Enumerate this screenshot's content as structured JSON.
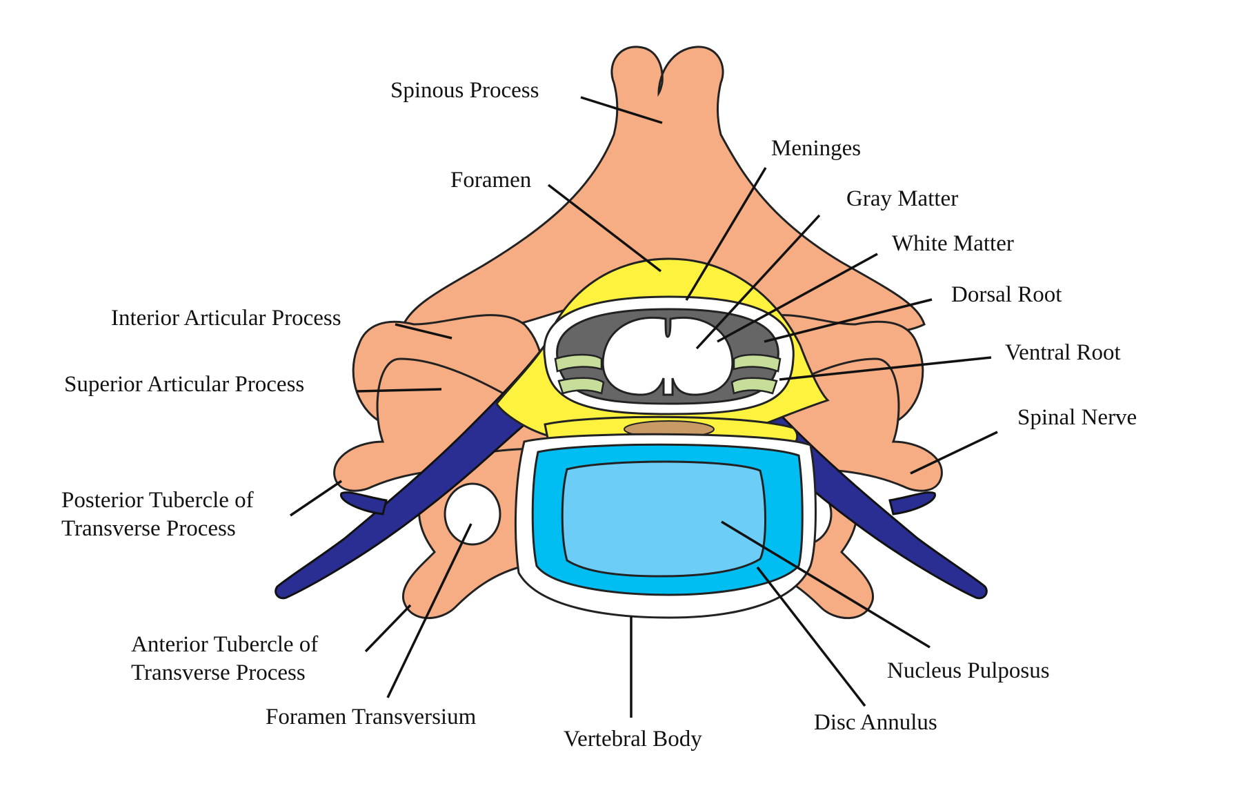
{
  "labels": {
    "spinous_process": "Spinous Process",
    "meninges": "Meninges",
    "foramen": "Foramen",
    "gray_matter": "Gray Matter",
    "white_matter": "White Matter",
    "dorsal_root": "Dorsal Root",
    "interior_articular_process": "Interior Articular Process",
    "ventral_root": "Ventral Root",
    "superior_articular_process": "Superior Articular Process",
    "spinal_nerve": "Spinal Nerve",
    "posterior_tubercle_line1": "Posterior Tubercle of",
    "posterior_tubercle_line2": "Transverse Process",
    "anterior_tubercle_line1": "Anterior Tubercle of",
    "anterior_tubercle_line2": "Transverse Process",
    "nucleus_pulposus": "Nucleus Pulposus",
    "foramen_transversium": "Foramen Transversium",
    "disc_annulus": "Disc Annulus",
    "vertebral_body": "Vertebral Body"
  },
  "colors": {
    "bone": "#f6ad84",
    "meninges": "#fdf33f",
    "nerve": "#2a2e93",
    "white_matter": "#666666",
    "root": "#c7dd9a",
    "disc_annulus": "#00bdf2",
    "nucleus_pulposus": "#6ccdf7"
  }
}
